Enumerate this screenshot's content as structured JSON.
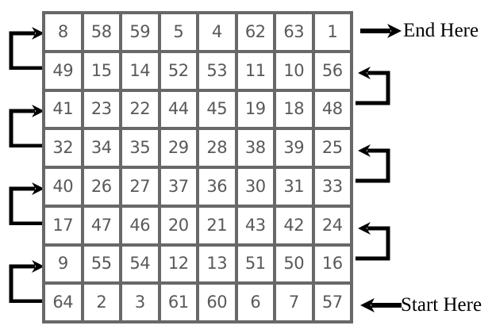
{
  "figure": {
    "type": "numbered-grid-path",
    "rows": 8,
    "cols": 8,
    "cell_count": 64,
    "line_color": "#686868",
    "number_color": "#595959",
    "cell_fill": "#ffffff",
    "arrow_color": "#000000",
    "background": "#ffffff"
  },
  "grid": {
    "rows": [
      {
        "index": 1,
        "cells": [
          "8",
          "58",
          "59",
          "5",
          "4",
          "62",
          "63",
          "1"
        ]
      },
      {
        "index": 2,
        "cells": [
          "49",
          "15",
          "14",
          "52",
          "53",
          "11",
          "10",
          "56"
        ]
      },
      {
        "index": 3,
        "cells": [
          "41",
          "23",
          "22",
          "44",
          "45",
          "19",
          "18",
          "48"
        ]
      },
      {
        "index": 4,
        "cells": [
          "32",
          "34",
          "35",
          "29",
          "28",
          "38",
          "39",
          "25"
        ]
      },
      {
        "index": 5,
        "cells": [
          "40",
          "26",
          "27",
          "37",
          "36",
          "30",
          "31",
          "33"
        ]
      },
      {
        "index": 6,
        "cells": [
          "17",
          "47",
          "46",
          "20",
          "21",
          "43",
          "42",
          "24"
        ]
      },
      {
        "index": 7,
        "cells": [
          "9",
          "55",
          "54",
          "12",
          "13",
          "51",
          "50",
          "16"
        ]
      },
      {
        "index": 8,
        "cells": [
          "64",
          "2",
          "3",
          "61",
          "60",
          "6",
          "7",
          "57"
        ]
      }
    ]
  },
  "annotations": {
    "end_label": "End Here",
    "start_label": "Start Here",
    "end_arrow": "arrow-right-into-row-1",
    "start_arrow": "arrow-left-into-row-8",
    "left_brackets": [
      {
        "from_row": 2,
        "to_row": 1
      },
      {
        "from_row": 4,
        "to_row": 3
      },
      {
        "from_row": 6,
        "to_row": 5
      },
      {
        "from_row": 8,
        "to_row": 7
      }
    ],
    "right_brackets": [
      {
        "from_row": 3,
        "to_row": 2
      },
      {
        "from_row": 5,
        "to_row": 4
      },
      {
        "from_row": 7,
        "to_row": 6
      }
    ]
  }
}
